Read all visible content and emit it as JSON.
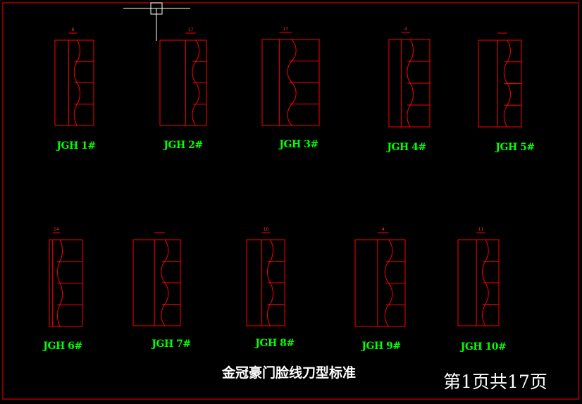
{
  "drawing": {
    "title": "金冠豪门脸线刀型标准",
    "page_info": "第1页共17页",
    "line_color": "#ff0000",
    "label_color": "#00ff00",
    "profiles": [
      {
        "label": "JGH 1#",
        "top_dim": "8"
      },
      {
        "label": "JGH 2#",
        "top_dim": "17"
      },
      {
        "label": "JGH 3#",
        "top_dim": "17"
      },
      {
        "label": "JGH 4#",
        "top_dim": "4"
      },
      {
        "label": "JGH 5#",
        "top_dim": ""
      },
      {
        "label": "JGH 6#",
        "top_dim": "14"
      },
      {
        "label": "JGH 7#",
        "top_dim": ""
      },
      {
        "label": "JGH 8#",
        "top_dim": "10"
      },
      {
        "label": "JGH 9#",
        "top_dim": "4"
      },
      {
        "label": "JGH 10#",
        "top_dim": "11"
      }
    ]
  }
}
